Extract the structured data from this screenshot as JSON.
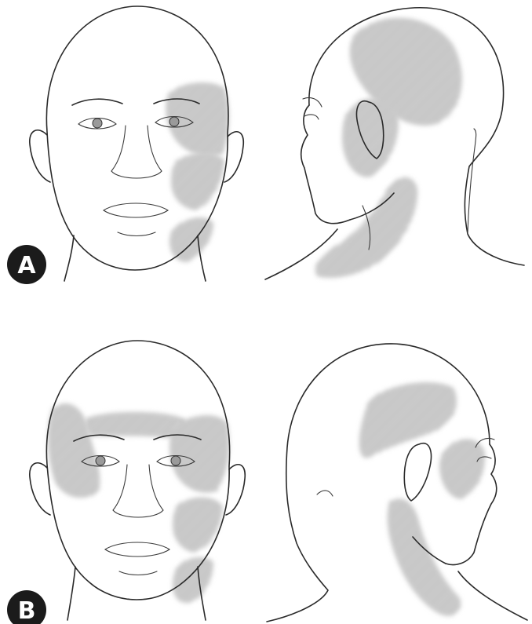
{
  "panels": [
    {
      "label": "A",
      "views": [
        "front",
        "side-facing-left"
      ]
    },
    {
      "label": "B",
      "views": [
        "front",
        "side-facing-right"
      ]
    }
  ],
  "colors": {
    "hatch": "#6b6b6b",
    "outline": "#2a2a2a",
    "badge": "#1b1b1b",
    "badge_text": "#ffffff"
  }
}
